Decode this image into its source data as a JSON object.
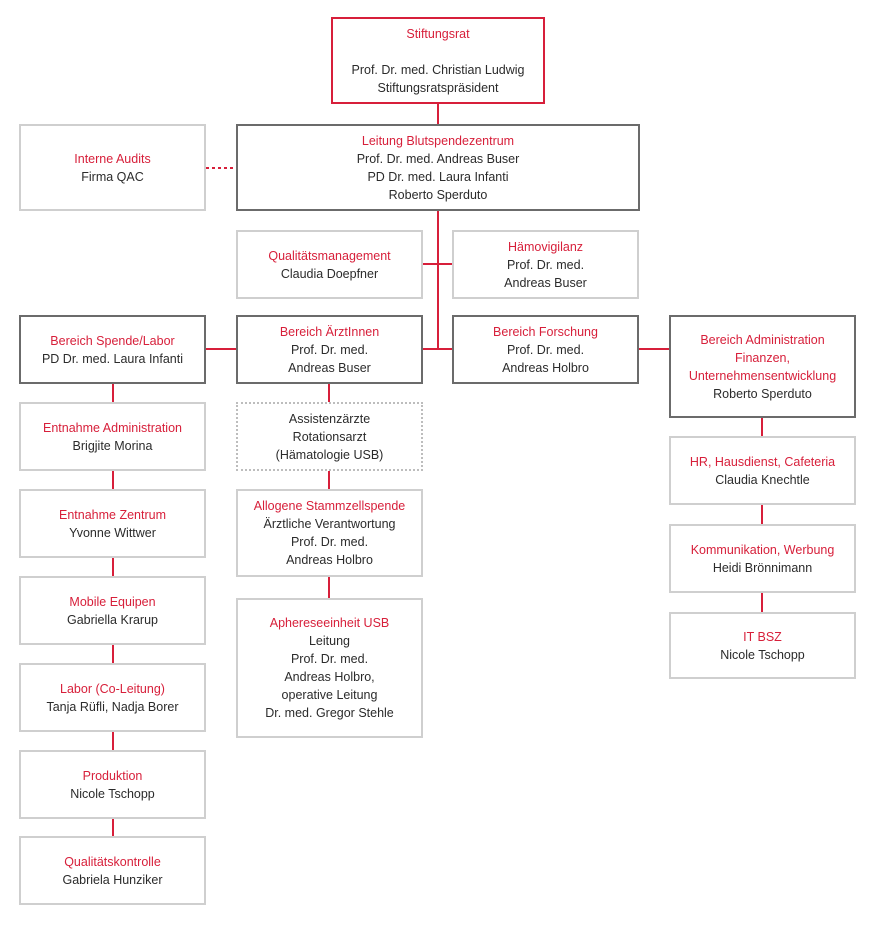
{
  "org_chart": {
    "stiftungsrat": {
      "title": "Stiftungsrat",
      "lines": [
        "",
        "Prof. Dr. med. Christian Ludwig",
        "Stiftungsratspräsident"
      ]
    },
    "interne_audits": {
      "title": "Interne Audits",
      "lines": [
        "Firma QAC"
      ]
    },
    "leitung": {
      "title": "Leitung Blutspendezentrum",
      "lines": [
        "Prof. Dr. med. Andreas Buser",
        "PD Dr. med. Laura Infanti",
        "Roberto Sperduto"
      ]
    },
    "qualitaetsmanagement": {
      "title": "Qualitätsmanagement",
      "lines": [
        "Claudia Doepfner"
      ]
    },
    "haemovigilanz": {
      "title": "Hämovigilanz",
      "lines": [
        "Prof. Dr. med.",
        "Andreas Buser"
      ]
    },
    "bereich_spende_labor": {
      "title": "Bereich Spende/Labor",
      "lines": [
        "PD Dr. med. Laura Infanti"
      ]
    },
    "bereich_aerztinnen": {
      "title": "Bereich ÄrztInnen",
      "lines": [
        "Prof. Dr. med.",
        "Andreas Buser"
      ]
    },
    "bereich_forschung": {
      "title": "Bereich Forschung",
      "lines": [
        "Prof. Dr. med.",
        "Andreas Holbro"
      ]
    },
    "bereich_administration": {
      "title": "Bereich Administration Finanzen, Unternehmensentwicklung",
      "lines": [
        "Roberto Sperduto"
      ]
    },
    "entnahme_administration": {
      "title": "Entnahme Administration",
      "lines": [
        "Brigjite Morina"
      ]
    },
    "entnahme_zentrum": {
      "title": "Entnahme Zentrum",
      "lines": [
        "Yvonne Wittwer"
      ]
    },
    "mobile_equipen": {
      "title": "Mobile Equipen",
      "lines": [
        "Gabriella Krarup"
      ]
    },
    "labor": {
      "title": "Labor (Co-Leitung)",
      "lines": [
        "Tanja Rüfli, Nadja Borer"
      ]
    },
    "produktion": {
      "title": "Produktion",
      "lines": [
        "Nicole Tschopp"
      ]
    },
    "qualitaetskontrolle": {
      "title": "Qualitätskontrolle",
      "lines": [
        "Gabriela Hunziker"
      ]
    },
    "assistenzaerzte": {
      "title": "",
      "lines": [
        "Assistenzärzte",
        "Rotationsarzt",
        "(Hämatologie USB)"
      ]
    },
    "allogene": {
      "title": "Allogene Stammzellspende",
      "lines": [
        "Ärztliche Verantwortung",
        "Prof. Dr. med.",
        "Andreas Holbro"
      ]
    },
    "apherese": {
      "title": "Aphereseeinheit USB",
      "lines": [
        "Leitung",
        "Prof. Dr. med.",
        "Andreas Holbro,",
        "operative Leitung",
        "Dr. med. Gregor Stehle"
      ]
    },
    "hr": {
      "title": "HR, Hausdienst, Cafeteria",
      "lines": [
        "Claudia Knechtle"
      ]
    },
    "kommunikation": {
      "title": "Kommunikation, Werbung",
      "lines": [
        "Heidi Brönnimann"
      ]
    },
    "it_bsz": {
      "title": "IT BSZ",
      "lines": [
        "Nicole Tschopp"
      ]
    }
  }
}
